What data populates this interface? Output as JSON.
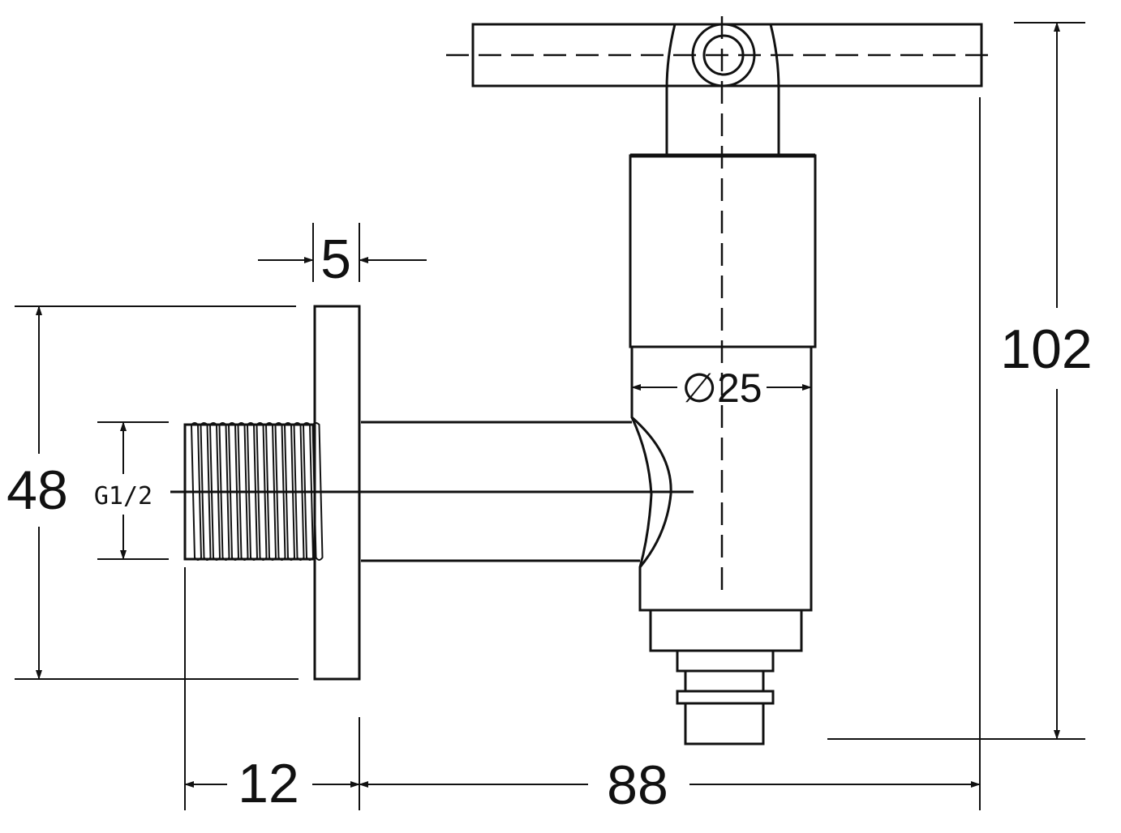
{
  "drawing": {
    "title": "Wall tap side view dimension drawing",
    "dimensions": {
      "flange_thickness": "5",
      "flange_height": "48",
      "thread_size": "G1/2",
      "body_diameter": "∅25",
      "thread_length": "12",
      "projection": "88",
      "total_height": "102"
    },
    "colors": {
      "line": "#111111",
      "background": "#ffffff"
    }
  }
}
